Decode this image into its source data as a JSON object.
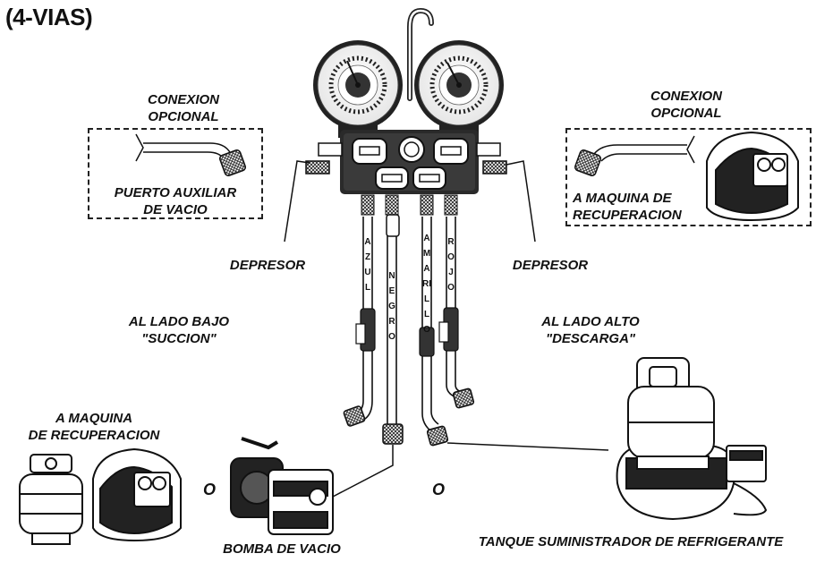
{
  "title": "(4-VIAS)",
  "labels": {
    "optional_left": [
      "CONEXION",
      "OPCIONAL"
    ],
    "optional_right": [
      "CONEXION",
      "OPCIONAL"
    ],
    "aux_port": [
      "PUERTO AUXILIAR",
      "DE VACIO"
    ],
    "recovery_right": [
      "A MAQUINA DE",
      "RECUPERACION"
    ],
    "depressor_left": "DEPRESOR",
    "depressor_right": "DEPRESOR",
    "low_side": [
      "AL LADO BAJO",
      "\"SUCCION\""
    ],
    "high_side": [
      "AL LADO ALTO",
      "\"DESCARGA\""
    ],
    "recovery_left": [
      "A MAQUINA",
      "DE RECUPERACION"
    ],
    "or_left": "O",
    "or_right": "O",
    "vacuum_pump": "BOMBA DE VACIO",
    "refrigerant_tank": "TANQUE SUMINISTRADOR DE REFRIGERANTE"
  },
  "hoses": {
    "blue": "AZUL",
    "black": "NEGRO",
    "yellow": "AMARILLO",
    "red": "ROJO"
  }
}
